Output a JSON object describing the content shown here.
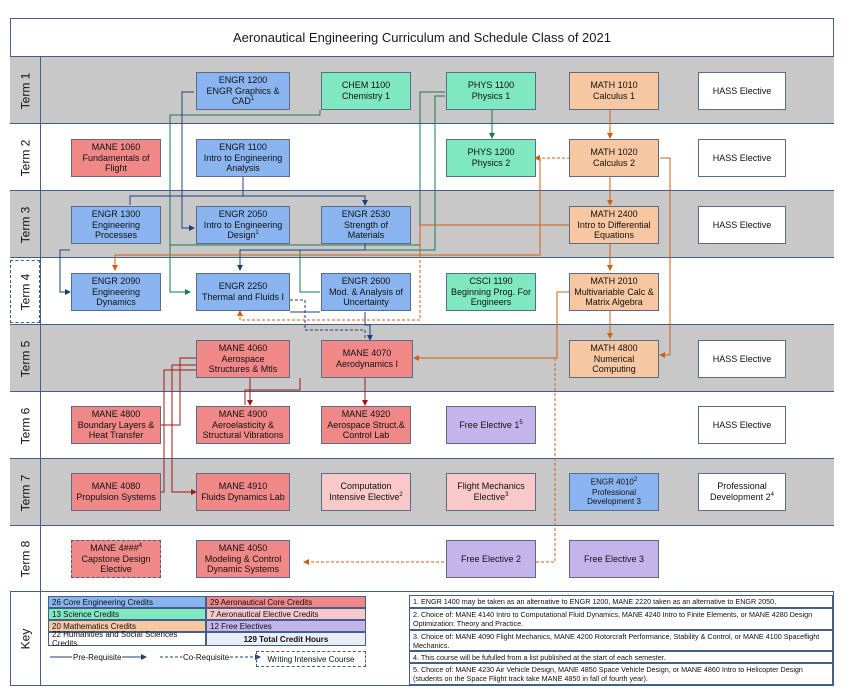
{
  "title": "Aeronautical Engineering Curriculum and Schedule Class of 2021",
  "terms": [
    "Term 1",
    "Term 2",
    "Term 3",
    "Term 4",
    "Term 5",
    "Term 6",
    "Term 7",
    "Term 8"
  ],
  "key_label": "Key",
  "courses": {
    "engr1200": {
      "l1": "ENGR 1200",
      "l2": "ENGR Graphics &",
      "l3": "CAD",
      "sup": "1"
    },
    "chem1100": {
      "l1": "CHEM 1100",
      "l2": "Chemistry 1"
    },
    "phys1100": {
      "l1": "PHYS 1100",
      "l2": "Physics 1"
    },
    "math1010": {
      "l1": "MATH 1010",
      "l2": "Calculus 1"
    },
    "hass1": {
      "l1": "HASS Elective"
    },
    "mane1060": {
      "l1": "MANE 1060",
      "l2": "Fundamentals of",
      "l3": "Flight"
    },
    "engr1100": {
      "l1": "ENGR 1100",
      "l2": "Intro to Engineering",
      "l3": "Analysis"
    },
    "phys1200": {
      "l1": "PHYS 1200",
      "l2": "Physics 2"
    },
    "math1020": {
      "l1": "MATH 1020",
      "l2": "Calculus 2"
    },
    "hass2": {
      "l1": "HASS Elective"
    },
    "engr1300": {
      "l1": "ENGR 1300",
      "l2": "Engineering",
      "l3": "Processes"
    },
    "engr2050": {
      "l1": "ENGR 2050",
      "l2": "Intro to Engineering",
      "l3": "Design",
      "sup": "1"
    },
    "engr2530": {
      "l1": "ENGR 2530",
      "l2": "Strength of",
      "l3": "Materials"
    },
    "math2400": {
      "l1": "MATH 2400",
      "l2": "Intro to Differential",
      "l3": "Equations"
    },
    "hass3": {
      "l1": "HASS Elective"
    },
    "engr2090": {
      "l1": "ENGR 2090",
      "l2": "Engineering",
      "l3": "Dynamics"
    },
    "engr2250": {
      "l1": "ENGR 2250",
      "l2": "Thermal and Fluids I"
    },
    "engr2600": {
      "l1": "ENGR 2600",
      "l2": "Mod. & Analysis of",
      "l3": "Uncertainty"
    },
    "csci1190": {
      "l1": "CSCI 1190",
      "l2": "Beginning Prog. For",
      "l3": "Engineers"
    },
    "math2010": {
      "l1": "MATH 2010",
      "l2": "Multivariable Calc &",
      "l3": "Matrix Algebra"
    },
    "mane4060": {
      "l1": "MANE 4060",
      "l2": "Aerospace",
      "l3": "Structures & Mtls"
    },
    "mane4070": {
      "l1": "MANE 4070",
      "l2": "Aerodynamics I"
    },
    "math4800": {
      "l1": "MATH 4800",
      "l2": "Numerical",
      "l3": "Computing"
    },
    "hass5": {
      "l1": "HASS Elective"
    },
    "mane4800": {
      "l1": "MANE 4800",
      "l2": "Boundary Layers &",
      "l3": "Heat Transfer"
    },
    "mane4900": {
      "l1": "MANE 4900",
      "l2": "Aeroelasticity &",
      "l3": "Structural Vibrations"
    },
    "mane4920": {
      "l1": "MANE 4920",
      "l2": "Aerospace Struct.&",
      "l3": "Control Lab"
    },
    "free1": {
      "l1": "Free Elective 1",
      "sup": "5"
    },
    "hass6": {
      "l1": "HASS Elective"
    },
    "mane4080": {
      "l1": "MANE 4080",
      "l2": "Propulsion Systems"
    },
    "mane4910": {
      "l1": "MANE 4910",
      "l2": "Fluids Dynamics Lab"
    },
    "comp": {
      "l1": "Computation",
      "l2": "Intensive Elective",
      "sup": "2"
    },
    "flight": {
      "l1": "Flight Mechanics",
      "l2": "Elective",
      "sup": "3"
    },
    "engr4010": {
      "l1": "ENGR 4010",
      "l2": "Professional",
      "l3": "Development 3",
      "sup": "2"
    },
    "pd2": {
      "l1": "Professional",
      "l2": "Development 2",
      "sup": "4"
    },
    "mane4xxx": {
      "l1": "MANE 4###",
      "l2": "Capstone Design",
      "l3": "Elective",
      "sup": "4"
    },
    "mane4050": {
      "l1": "MANE 4050",
      "l2": "Modeling & Control",
      "l3": "Dynamic Systems"
    },
    "free2": {
      "l1": "Free Elective 2"
    },
    "free3": {
      "l1": "Free Elective 3"
    }
  },
  "key": {
    "core_eng": "26 Core Engineering Credits",
    "aero_core": "29 Aeronautical Core Credits",
    "science": "13 Science Credits",
    "aero_elective": "7 Aeronautical Elective  Credits",
    "math": "20 Mathematics Credits",
    "free": "12 Free Electives",
    "hass": "22 Humanities and Social Sciences Credits",
    "total": "129 Total Credit Hours",
    "prereq": "Pre-Requisite",
    "coreq": "Co-Requisite",
    "writing": "Writing Intensive Course"
  },
  "notes": [
    "1.   ENGR 1400 may be taken as an alternative to ENGR 1200, MANE 2220 taken as an alternative to ENGR 2050,",
    "2.  Choice of: MANE 4140 Intro to Computational Fluid Dynamics, MANE 4240 Intro to Finite Elements, or MANE 4280 Design Optimization: Theory and Practice.",
    "3.  Choice of: MANE 4090 Flight Mechanics, MANE 4200 Rotorcraft Performance, Stability & Control, or MANE 4100 Spaceflight Mechanics.",
    "4. This course will be fufulled from a list published at the start of each semester.",
    "5. Choice of: MANE 4230 Air Vehicle Design, MANE 4850 Space Vehicle Design, or MANE 4860 Intro to Helicopter Design (students on the Space Flight track take MANE 4850 in fall of fourth year)."
  ],
  "colors": {
    "core_eng": "#8ab4f0",
    "science": "#7fe8c0",
    "math": "#f7c7a2",
    "aero_core": "#f08888",
    "aero_elective": "#f9c8c8",
    "free": "#c4b4ec",
    "line_blue": "#1f3f7a",
    "line_green": "#1a7a55",
    "line_orange": "#d06010",
    "line_red": "#a01818"
  }
}
